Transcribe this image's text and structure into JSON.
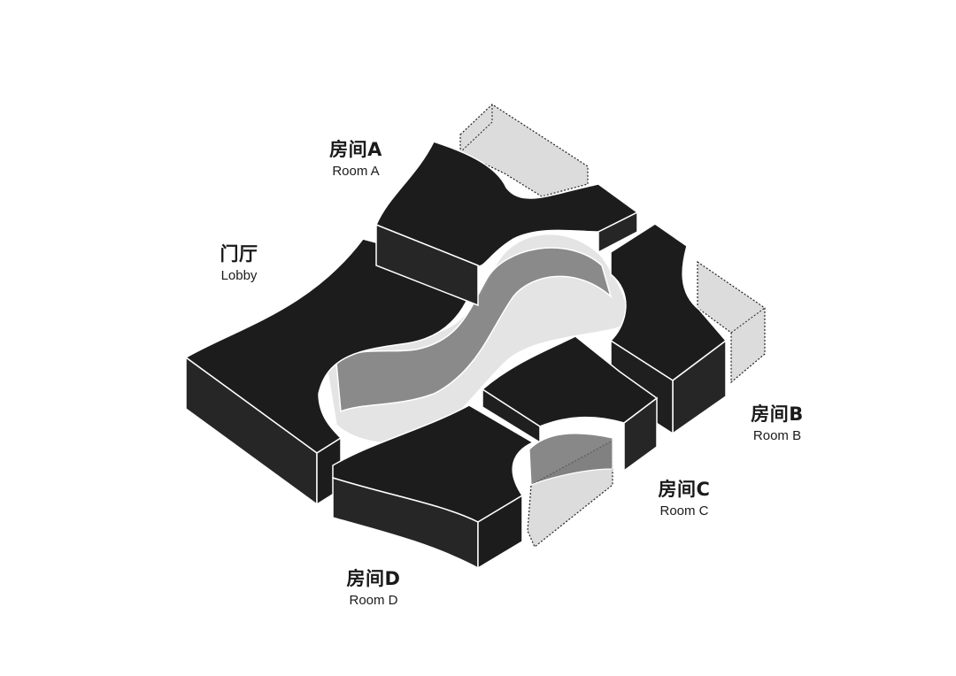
{
  "labels": {
    "room_a": {
      "zh": "房间A",
      "en": "Room A"
    },
    "lobby": {
      "zh": "门厅",
      "en": "Lobby"
    },
    "room_b": {
      "zh": "房间B",
      "en": "Room B"
    },
    "room_c": {
      "zh": "房间C",
      "en": "Room C"
    },
    "room_d": {
      "zh": "房间D",
      "en": "Room D"
    }
  },
  "colors": {
    "block_top": "#1c1c1c",
    "block_side": "#262626",
    "edge": "#ffffff",
    "glass": "#bdbdbd",
    "glass_dark": "#6a6a6a",
    "floor": "#e4e4e4",
    "ghost": "#dcdcdc",
    "ghost_line": "#222222"
  }
}
